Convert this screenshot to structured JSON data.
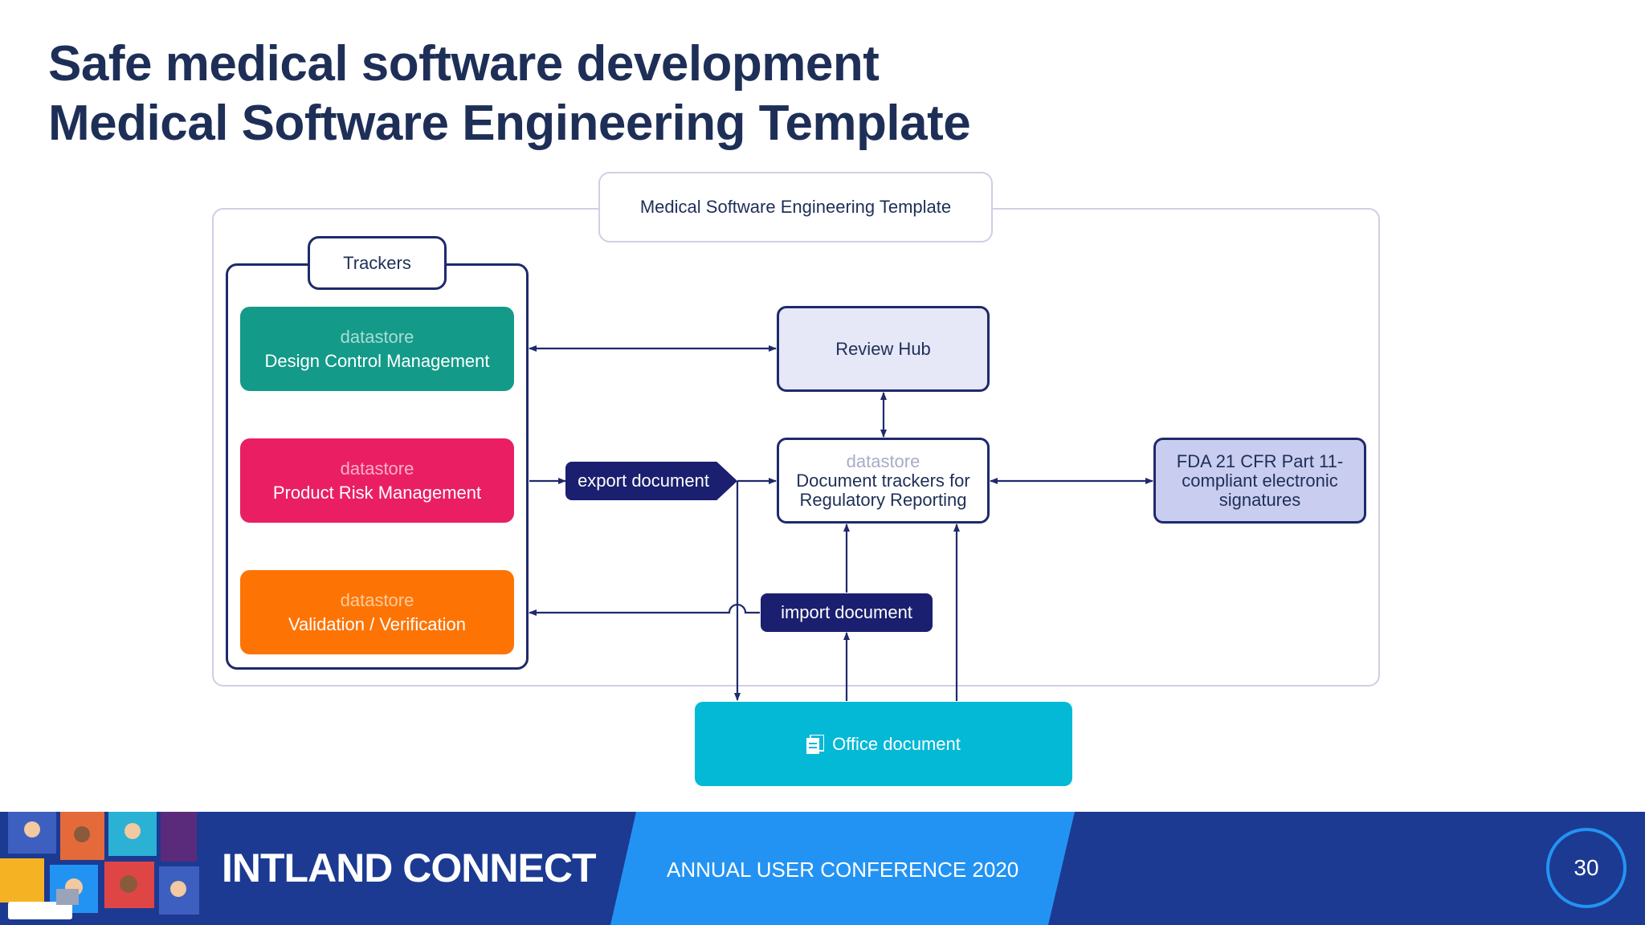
{
  "slide": {
    "title_line1": "Safe medical software development",
    "title_line2": "Medical Software Engineering Template"
  },
  "diagram": {
    "template_label": "Medical Software Engineering Template",
    "trackers_label": "Trackers",
    "datastores": [
      {
        "kind": "datastore",
        "name": "Design Control Management",
        "color": "#149a89"
      },
      {
        "kind": "datastore",
        "name": "Product Risk Management",
        "color": "#ea1f63"
      },
      {
        "kind": "datastore",
        "name": "Validation / Verification",
        "color": "#fd7405"
      }
    ],
    "review_hub": "Review Hub",
    "doc_trackers": {
      "kind": "datastore",
      "line1": "Document trackers for",
      "line2": "Regulatory Reporting"
    },
    "fda": "FDA 21 CFR Part 11-compliant electronic signatures",
    "export_document": "export document",
    "import_document": "import document",
    "office_document": "Office document",
    "office_icon": "document-icon"
  },
  "footer": {
    "brand": "INTLAND CONNECT",
    "conference": "ANNUAL USER CONFERENCE 2020",
    "page_number": "30",
    "colors": {
      "navy": "#1c3a92",
      "accent": "#2393f3"
    }
  }
}
